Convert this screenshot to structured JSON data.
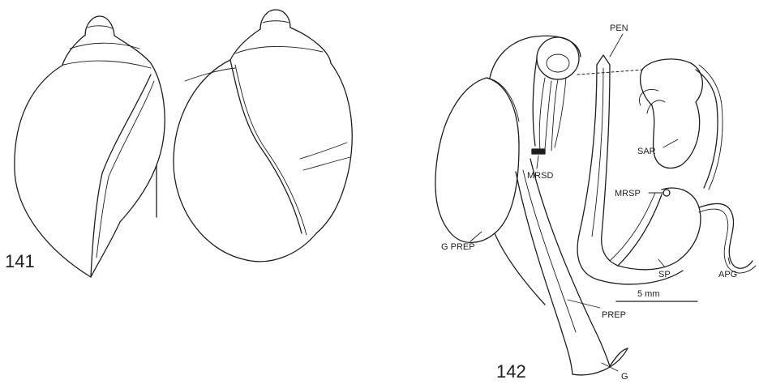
{
  "figures": {
    "shell_number": "141",
    "anatomy_number": "142"
  },
  "labels": {
    "pen": "PEN",
    "mrsd": "MRSD",
    "sar": "SAR",
    "mrsp": "MRSP",
    "g_prep": "G PREP",
    "sp": "SP",
    "apg": "APG",
    "prep": "PREP",
    "g": "G"
  },
  "scale_bar": {
    "label": "5 mm"
  }
}
